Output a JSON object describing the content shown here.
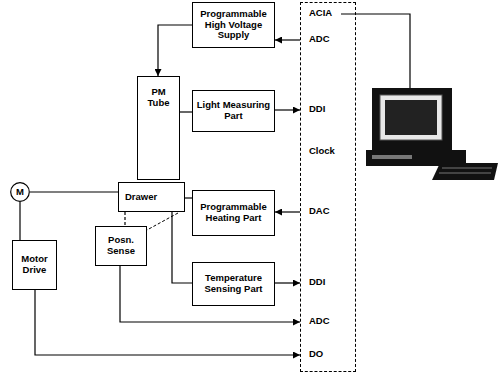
{
  "diagram": {
    "nodes": [
      {
        "text": [
          "Programmable High Voltage Supply"
        ]
      },
      {
        "text": [
          "PM Tube"
        ]
      },
      {
        "text": [
          "Light Measuring Part"
        ]
      },
      {
        "text": [
          "M"
        ]
      },
      {
        "text": [
          "Drawer"
        ]
      },
      {
        "text": [
          "Programmable Heating Part"
        ]
      },
      {
        "text": [
          "Posn. Sense"
        ]
      },
      {
        "text": [
          "Temperature Sensing Part"
        ]
      },
      {
        "text": [
          "Motor Drive"
        ]
      },
      {
        "text": [
          "ACIA",
          "ADC",
          "DDI",
          "Clock",
          "DAC",
          "DDI",
          "ADC",
          "DO"
        ]
      }
    ],
    "edges": [
      {
        "from": 0,
        "to": 1,
        "arrow": "to"
      },
      {
        "from": 1,
        "to": 2,
        "arrow": "none"
      },
      {
        "from": 3,
        "to": 4,
        "arrow": "none"
      },
      {
        "from": 4,
        "to": 5,
        "arrow": "none"
      },
      {
        "from": 4,
        "to": 6,
        "arrow": "none"
      },
      {
        "from": 4,
        "to": 7,
        "arrow": "none"
      },
      {
        "from": 3,
        "to": 8,
        "arrow": "none"
      },
      {
        "from": 9,
        "to": 0,
        "arrow": "to"
      },
      {
        "from": 2,
        "to": 9,
        "arrow": "to"
      },
      {
        "from": 9,
        "to": 5,
        "arrow": "to"
      },
      {
        "from": 7,
        "to": 9,
        "arrow": "to"
      },
      {
        "from": 6,
        "to": 9,
        "arrow": "to"
      },
      {
        "from": 8,
        "to": 9,
        "arrow": "to"
      }
    ]
  }
}
